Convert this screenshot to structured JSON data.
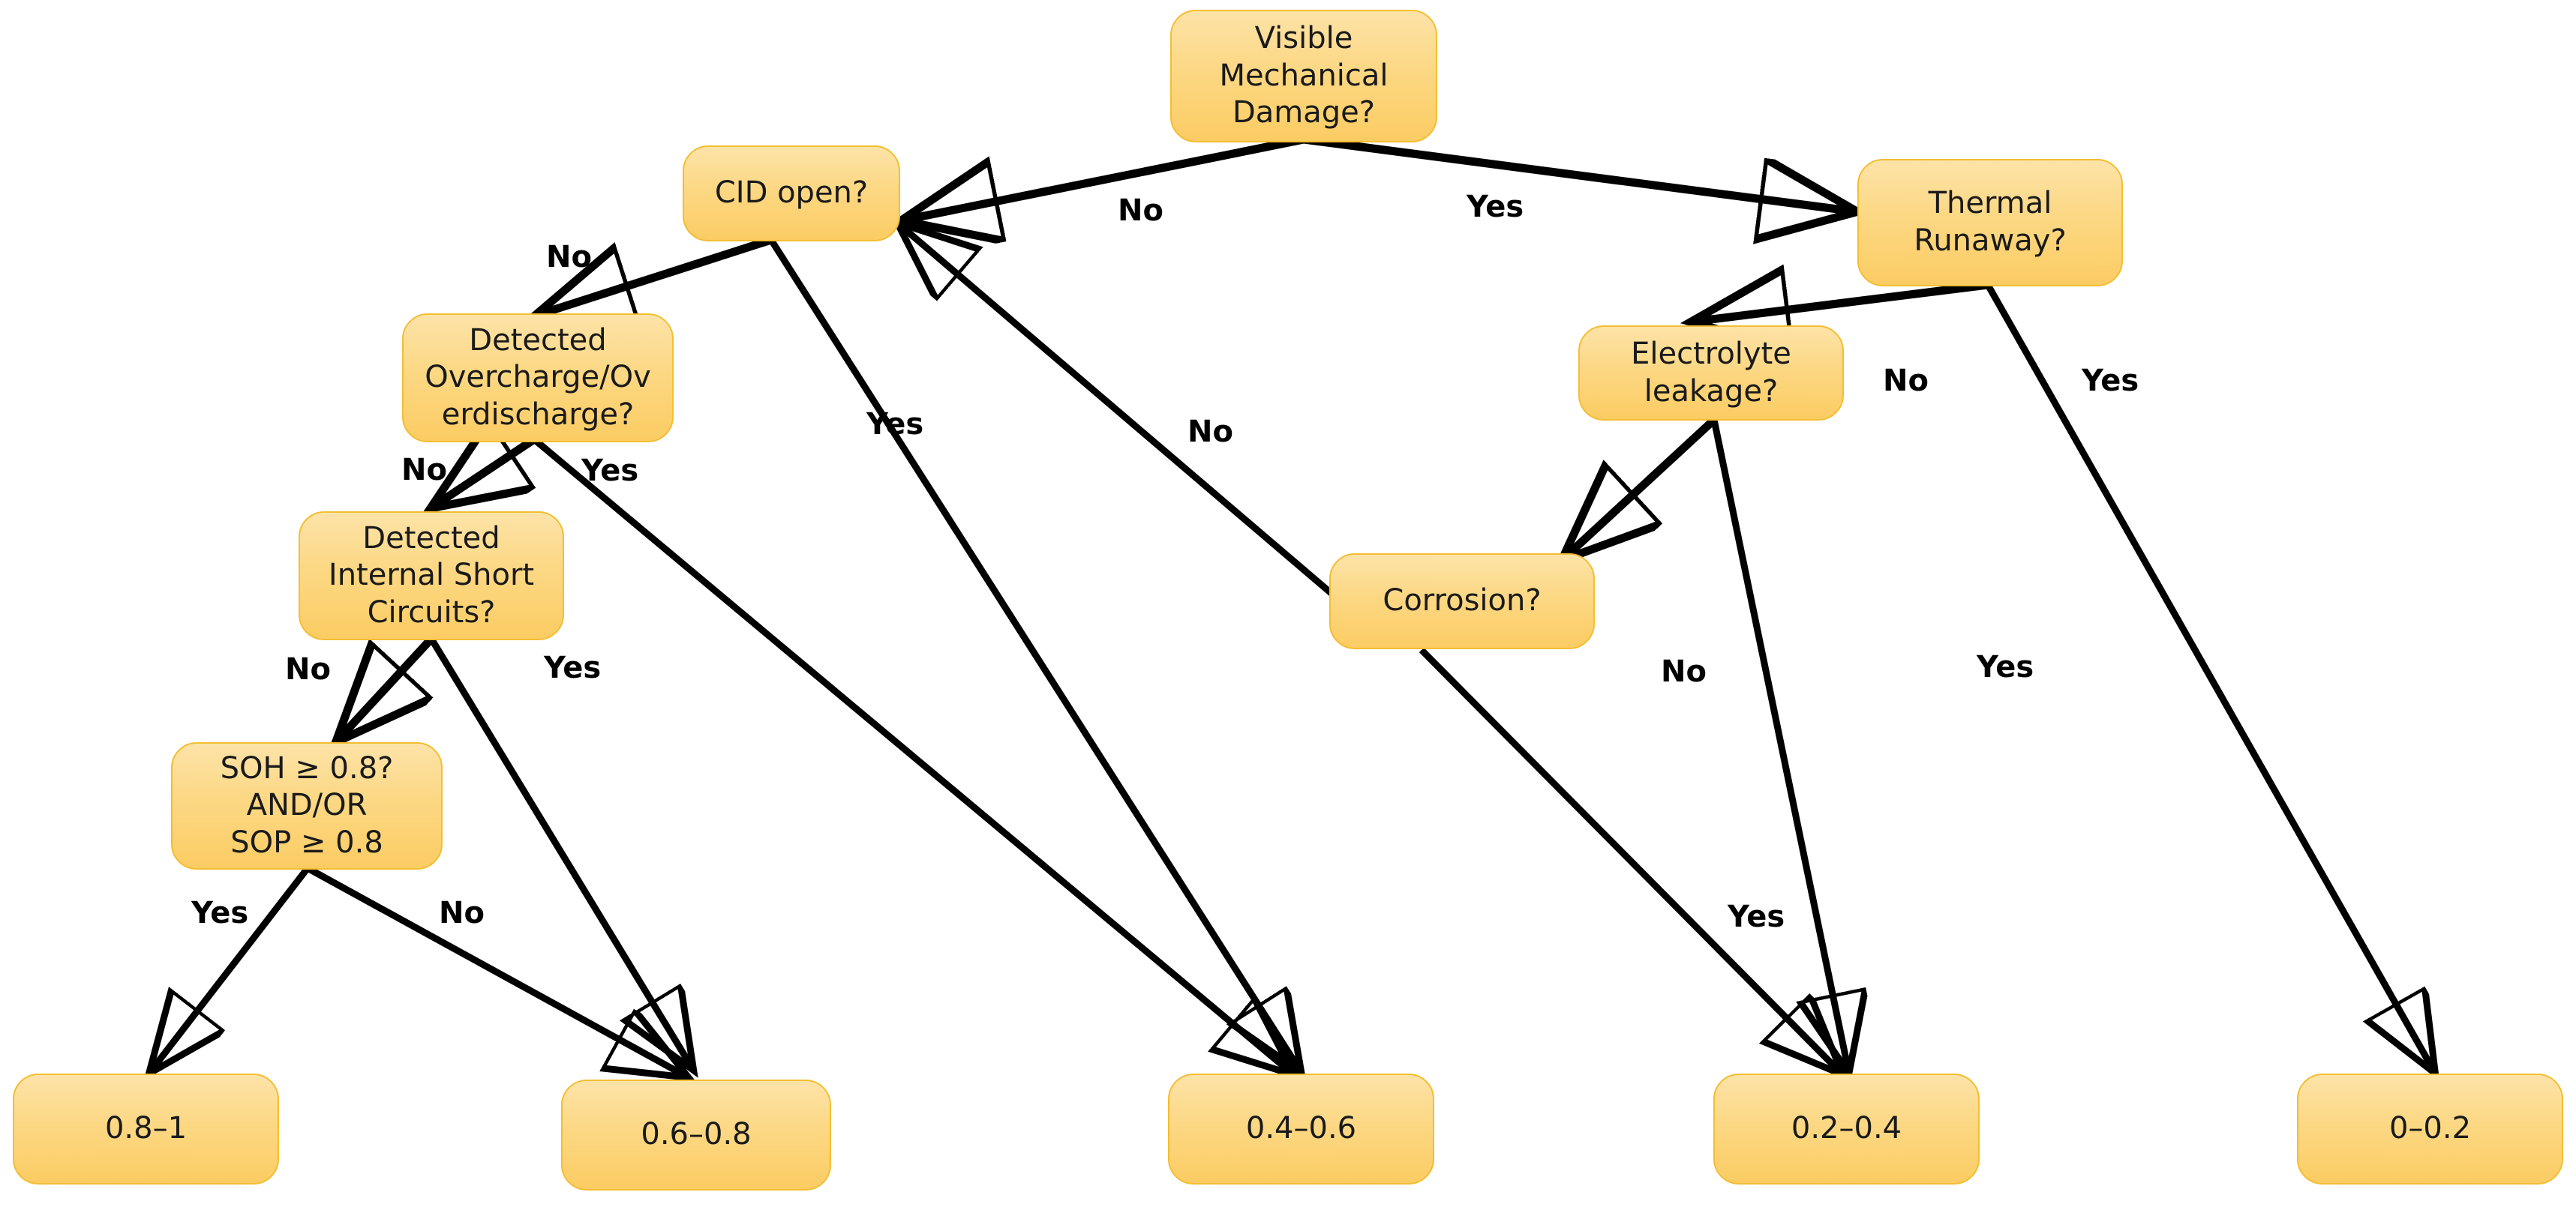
{
  "diagram": {
    "type": "decision-tree",
    "title": "Battery state-of-health decision tree",
    "colors": {
      "node_fill_top": "#FDE3A8",
      "node_fill_bottom": "#FBCC63",
      "node_border": "#F3BE32",
      "edge": "#000000",
      "text": "#000000",
      "background": "#FFFFFF"
    },
    "nodes": [
      {
        "id": "visible_mechanical_damage",
        "label": "Visible\nMechanical\nDamage?",
        "kind": "decision"
      },
      {
        "id": "cid_open",
        "label": "CID open?",
        "kind": "decision"
      },
      {
        "id": "thermal_runaway",
        "label": "Thermal\nRunaway?",
        "kind": "decision"
      },
      {
        "id": "detected_overcharge",
        "label": "Detected\nOvercharge/Ov\nerdischarge?",
        "kind": "decision"
      },
      {
        "id": "electrolyte_leakage",
        "label": "Electrolyte\nleakage?",
        "kind": "decision"
      },
      {
        "id": "detected_internal_short",
        "label": "Detected\nInternal Short\nCircuits?",
        "kind": "decision"
      },
      {
        "id": "corrosion",
        "label": "Corrosion?",
        "kind": "decision"
      },
      {
        "id": "soh_sop",
        "label": "SOH ≥ 0.8?\nAND/OR\nSOP ≥ 0.8",
        "kind": "decision"
      },
      {
        "id": "leaf_08_1",
        "label": "0.8–1",
        "kind": "leaf"
      },
      {
        "id": "leaf_06_08",
        "label": "0.6–0.8",
        "kind": "leaf"
      },
      {
        "id": "leaf_04_06",
        "label": "0.4–0.6",
        "kind": "leaf"
      },
      {
        "id": "leaf_02_04",
        "label": "0.2–0.4",
        "kind": "leaf"
      },
      {
        "id": "leaf_0_02",
        "label": "0–0.2",
        "kind": "leaf"
      }
    ],
    "edges": [
      {
        "from": "visible_mechanical_damage",
        "to": "cid_open",
        "label": "No"
      },
      {
        "from": "visible_mechanical_damage",
        "to": "thermal_runaway",
        "label": "Yes"
      },
      {
        "from": "cid_open",
        "to": "detected_overcharge",
        "label": "No"
      },
      {
        "from": "cid_open",
        "to": "leaf_04_06",
        "label": "Yes"
      },
      {
        "from": "corrosion",
        "to": "cid_open",
        "label": "No"
      },
      {
        "from": "detected_overcharge",
        "to": "detected_internal_short",
        "label": "No"
      },
      {
        "from": "detected_overcharge",
        "to": "leaf_04_06",
        "label": "Yes"
      },
      {
        "from": "detected_internal_short",
        "to": "soh_sop",
        "label": "No"
      },
      {
        "from": "detected_internal_short",
        "to": "leaf_06_08",
        "label": "Yes"
      },
      {
        "from": "soh_sop",
        "to": "leaf_08_1",
        "label": "Yes"
      },
      {
        "from": "soh_sop",
        "to": "leaf_06_08",
        "label": "No"
      },
      {
        "from": "thermal_runaway",
        "to": "electrolyte_leakage",
        "label": "No"
      },
      {
        "from": "thermal_runaway",
        "to": "leaf_0_02",
        "label": "Yes"
      },
      {
        "from": "electrolyte_leakage",
        "to": "corrosion",
        "label": "No"
      },
      {
        "from": "electrolyte_leakage",
        "to": "leaf_02_04",
        "label": "Yes"
      },
      {
        "from": "corrosion",
        "to": "leaf_02_04",
        "label": "Yes"
      }
    ],
    "edge_labels": [
      {
        "id": "lbl-vmd-no",
        "text": "No"
      },
      {
        "id": "lbl-vmd-yes",
        "text": "Yes"
      },
      {
        "id": "lbl-cid-no",
        "text": "No"
      },
      {
        "id": "lbl-cid-yes",
        "text": "Yes"
      },
      {
        "id": "lbl-corr-no",
        "text": "No"
      },
      {
        "id": "lbl-ovc-no",
        "text": "No"
      },
      {
        "id": "lbl-ovc-yes",
        "text": "Yes"
      },
      {
        "id": "lbl-isc-no",
        "text": "No"
      },
      {
        "id": "lbl-isc-yes",
        "text": "Yes"
      },
      {
        "id": "lbl-soh-yes",
        "text": "Yes"
      },
      {
        "id": "lbl-soh-no",
        "text": "No"
      },
      {
        "id": "lbl-tr-no",
        "text": "No"
      },
      {
        "id": "lbl-tr-yes",
        "text": "Yes"
      },
      {
        "id": "lbl-el-no",
        "text": "No"
      },
      {
        "id": "lbl-el-yes",
        "text": "Yes"
      },
      {
        "id": "lbl-corr-yes",
        "text": "Yes"
      }
    ]
  }
}
